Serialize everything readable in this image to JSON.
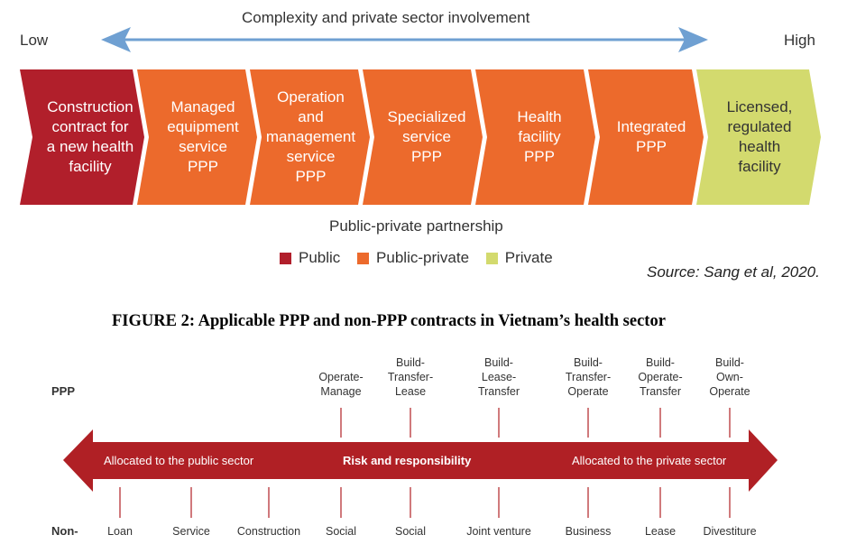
{
  "figure1": {
    "axis_title": "Complexity and private sector involvement",
    "low_label": "Low",
    "high_label": "High",
    "stages": [
      {
        "label": "Construction\ncontract for\na new health\nfacility",
        "type": "Public"
      },
      {
        "label": "Managed\nequipment\nservice\nPPP",
        "type": "Public-private"
      },
      {
        "label": "Operation\nand\nmanagement\nservice\nPPP",
        "type": "Public-private"
      },
      {
        "label": "Specialized\nservice\nPPP",
        "type": "Public-private"
      },
      {
        "label": "Health\nfacility\nPPP",
        "type": "Public-private"
      },
      {
        "label": "Integrated\nPPP",
        "type": "Public-private"
      },
      {
        "label": "Licensed,\nregulated\nhealth\nfacility",
        "type": "Private"
      }
    ],
    "caption": "Public-private partnership",
    "legend": [
      {
        "label": "Public",
        "color": "#b11f2b"
      },
      {
        "label": "Public-private",
        "color": "#ec6a2c"
      },
      {
        "label": "Private",
        "color": "#d3da6e"
      }
    ],
    "source": "Source: Sang et al, 2020."
  },
  "figure2": {
    "title": "FIGURE 2: Applicable PPP and non-PPP contracts in Vietnam’s health sector",
    "ppp_label": "PPP",
    "nonppp_label": "Non-",
    "arrow_left": "Allocated to the public sector",
    "arrow_center": "Risk and responsibility",
    "arrow_right": "Allocated to the private sector",
    "ppp_items": [
      "Operate-\nManage",
      "Build-\nTransfer-\nLease",
      "Build-\nLease-\nTransfer",
      "Build-\nTransfer-\nOperate",
      "Build-\nOperate-\nTransfer",
      "Build-\nOwn-\nOperate"
    ],
    "nonppp_items": [
      "Loan",
      "Service",
      "Construction",
      "Social",
      "Social",
      "Joint venture",
      "Business",
      "Lease",
      "Divestiture"
    ],
    "arrow_color": "#b02025"
  }
}
